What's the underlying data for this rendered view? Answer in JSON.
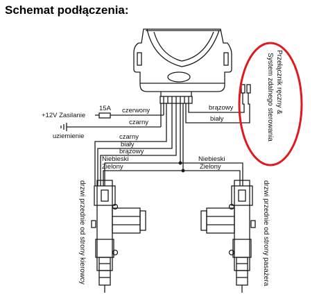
{
  "title": "Schemat podłączenia:",
  "power": {
    "supply_label": "+12V Zasilanie",
    "fuse_label": "15A",
    "ground_label": "uziemienie"
  },
  "wires": {
    "supply_red": "czerwony",
    "supply_black": "czarny",
    "right_brown": "brązowy",
    "right_white": "biały",
    "bus": [
      "czarny",
      "biały",
      "brązowy",
      "Niebieski",
      "Zielony"
    ],
    "right_actuator": [
      "Niebieski",
      "Zielony"
    ]
  },
  "external_switch": {
    "line1": "Przełącznik ręczny &",
    "line2": "System zdalnego sterowania",
    "highlight_color": "#e0191e"
  },
  "doors": {
    "left": "drzwi przednie od strony kierowcy",
    "right": "drzwi przednie od strony pasażera"
  }
}
